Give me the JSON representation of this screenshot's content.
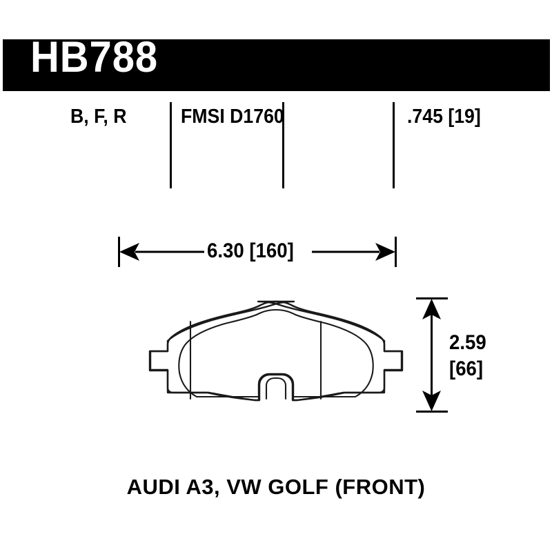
{
  "part": {
    "part_number": "HB788",
    "compounds": "B, F, R",
    "fmsi_code": "FMSI D1760",
    "thickness": ".745 [19]",
    "width_dimension": "6.30  [160]",
    "height_dimension_in": "2.59",
    "height_dimension_mm": "[66]",
    "application": "AUDI A3, VW GOLF (FRONT)"
  },
  "colors": {
    "header_background": "#000000",
    "header_text": "#ffffff",
    "body_text": "#000000",
    "drawing_stroke": "#1a1a1a",
    "sheet_background": "#ffffff"
  },
  "icons": {
    "arrow_left": "arrow-left-icon",
    "arrow_right": "arrow-right-icon",
    "arrow_up": "arrow-up-icon",
    "arrow_down": "arrow-down-icon"
  }
}
